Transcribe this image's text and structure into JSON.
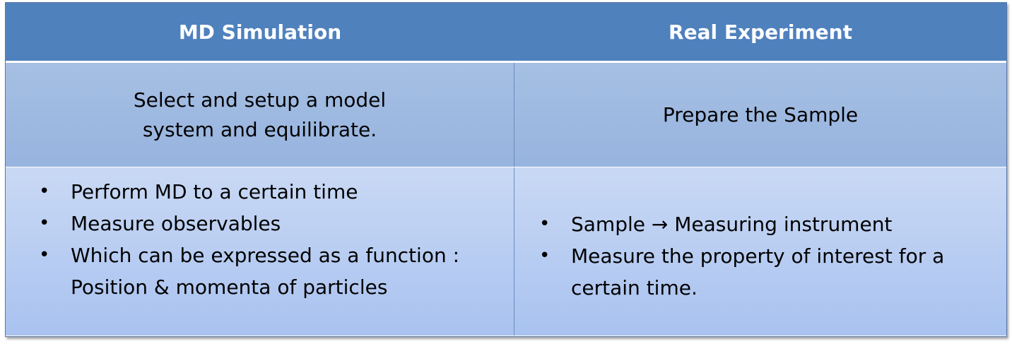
{
  "header": {
    "left": "MD Simulation",
    "right": "Real Experiment"
  },
  "row1": {
    "left_line1": "Select and setup a model",
    "left_line2": "system and equilibrate.",
    "right": "Prepare the Sample"
  },
  "row2": {
    "left_items": [
      "Perform MD to a certain time",
      "Measure observables"
    ],
    "left_sub_items": [
      "Which can be expressed as a function : Position & momenta of particles"
    ],
    "right_items": [
      "Sample → Measuring instrument",
      "Measure the property of interest for a certain time."
    ]
  },
  "colors": {
    "header_bg": "#4f81bd",
    "row1_bg": "#a6bfe3",
    "row2_bg": "#c9d9f4"
  }
}
